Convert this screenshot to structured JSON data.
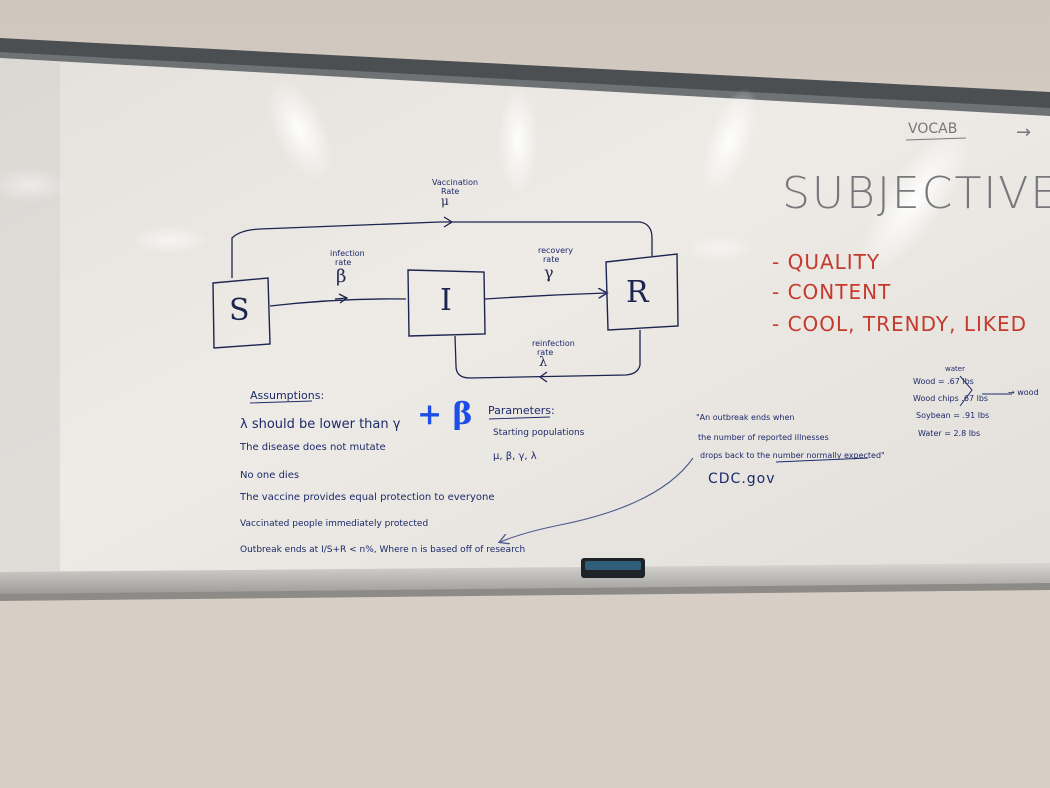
{
  "diagram": {
    "nodes": {
      "s": "S",
      "i": "I",
      "r": "R"
    },
    "vaccination": {
      "line1": "Vaccination",
      "line2": "Rate",
      "symbol": "μ"
    },
    "infection": {
      "line1": "infection",
      "line2": "rate",
      "symbol": "β"
    },
    "recovery": {
      "line1": "recovery",
      "line2": "rate",
      "symbol": "γ"
    },
    "reinfection": {
      "line1": "reinfection",
      "line2": "rate",
      "symbol": "λ"
    }
  },
  "assumptions": {
    "heading": "Assumptions:",
    "items": [
      "λ should be lower than γ",
      "The disease does not mutate",
      "No one dies",
      "The vaccine provides equal protection to everyone",
      "Vaccinated people immediately protected",
      "Outbreak ends at I/S+R < n%, Where n is based off of research"
    ],
    "blue_addition": "+ β"
  },
  "parameters": {
    "heading": "Parameters:",
    "items": [
      "Starting populations",
      "μ, β, γ, λ"
    ]
  },
  "quote": {
    "lines": [
      "\"An outbreak ends when",
      "the number of reported illnesses",
      "drops back to the number normally expected\""
    ],
    "source": "CDC.gov"
  },
  "right_side": {
    "vocab": "VOCAB",
    "arrow": "→",
    "title": "SUBJECTIVE",
    "list": [
      "- QUALITY",
      "- CONTENT",
      "- COOL, TRENDY, LIKED"
    ]
  },
  "weights": {
    "over_mark": "water",
    "items": [
      "Wood = .67 lbs",
      "Wood chips .67 lbs",
      "Soybean = .91 lbs",
      "Water = 2.8 lbs"
    ],
    "result": "→ wood"
  },
  "colors": {
    "wall": "#d6cdc4",
    "board": "#ece9e4",
    "marker_dark_blue": "#1c2a6b",
    "marker_red": "#c43a2c",
    "marker_bright_blue": "#1d4fe8",
    "marker_gray": "#77787c"
  }
}
